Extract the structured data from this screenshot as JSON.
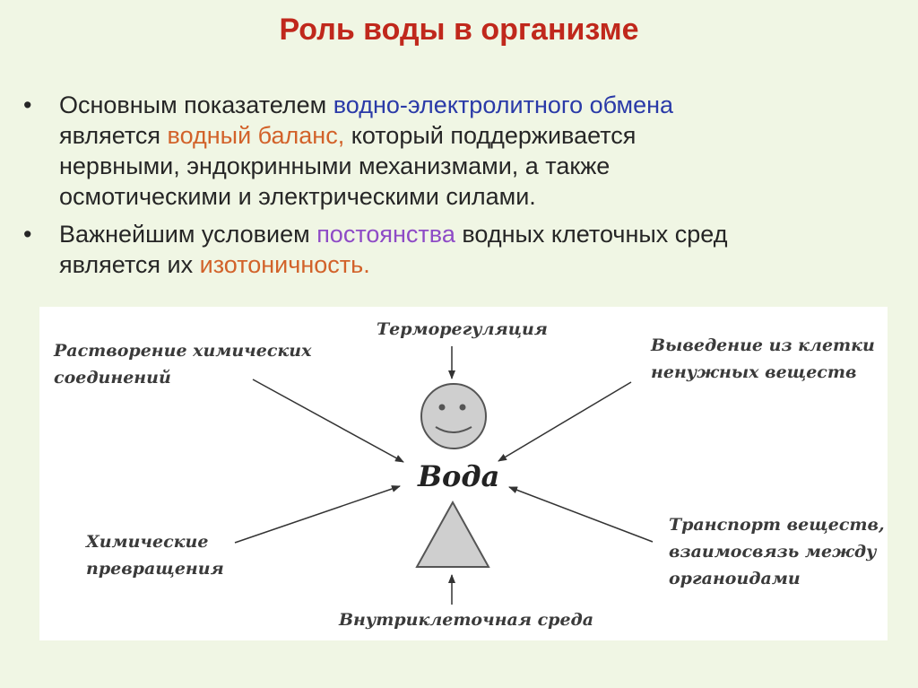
{
  "title": "Роль воды в организме",
  "bullets": [
    {
      "marker": "•",
      "lines": [
        [
          {
            "t": "Основным показателем "
          },
          {
            "t": "водно-электролитного обмена",
            "c": "#2a3aa8"
          }
        ],
        [
          {
            "t": "является "
          },
          {
            "t": "водный баланс,",
            "c": "#d2622a"
          },
          {
            "t": " который поддерживается"
          }
        ],
        [
          {
            "t": "нервными, эндокринными механизмами, а также"
          }
        ],
        [
          {
            "t": "осмотическими и электрическими силами."
          }
        ]
      ]
    },
    {
      "marker": "•",
      "lines": [
        [
          {
            "t": "Важнейшим условием "
          },
          {
            "t": "постоянства",
            "c": "#8e4bc6"
          },
          {
            "t": " водных клеточных сред"
          }
        ],
        [
          {
            "t": "является их "
          },
          {
            "t": "изотоничность.",
            "c": "#d2622a"
          }
        ]
      ]
    }
  ],
  "diagram": {
    "center": "Вода",
    "labels": {
      "top": "Терморегуляция",
      "top_left": [
        "Растворение химических",
        "соединений"
      ],
      "top_right": [
        "Выведение из клетки",
        "ненужных веществ"
      ],
      "bottom_left": [
        "Химические",
        "превращения"
      ],
      "bottom_right": [
        "Транспорт веществ,",
        "взаимосвязь между",
        "органоидами"
      ],
      "bottom": "Внутриклеточная среда"
    }
  }
}
